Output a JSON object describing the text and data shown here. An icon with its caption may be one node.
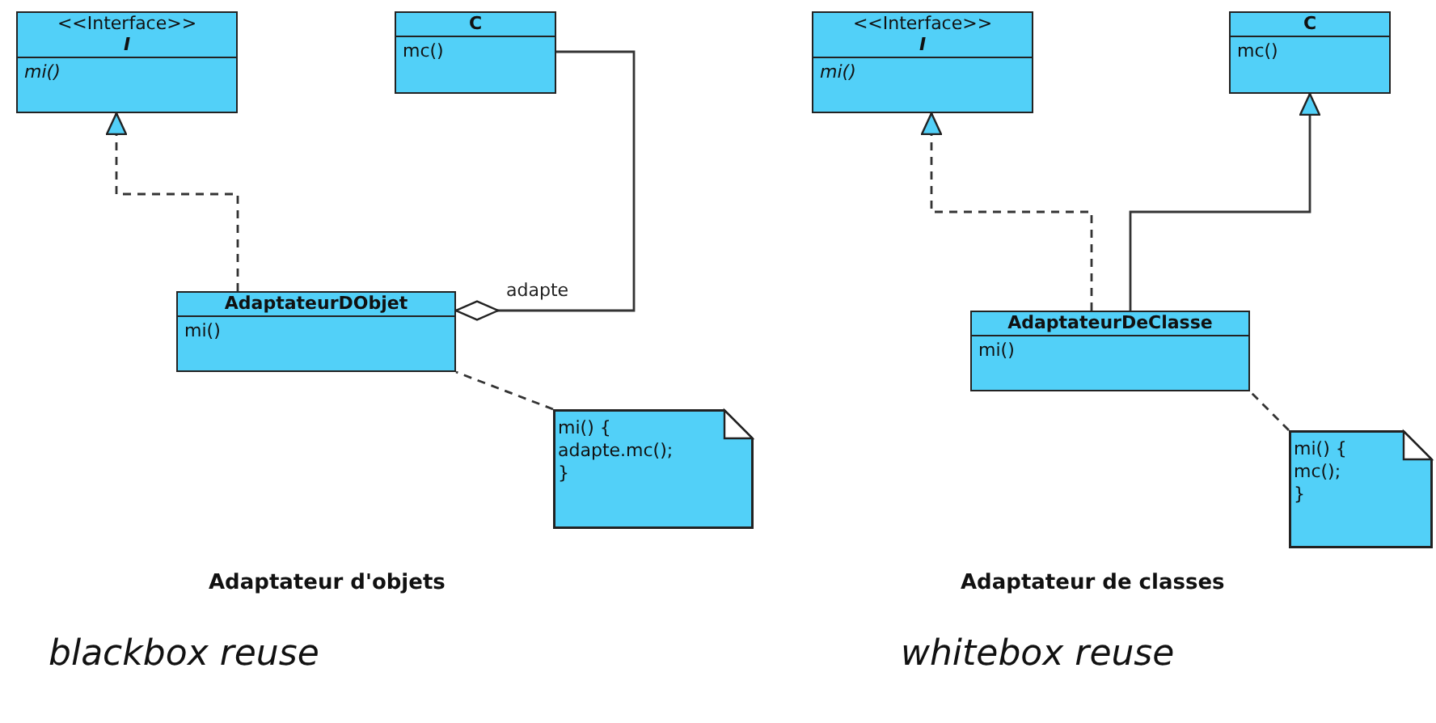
{
  "diagram": {
    "nodes": [
      {
        "text": [
          "<<Interface>>",
          "I",
          "mi()"
        ]
      },
      {
        "text": [
          "C",
          "mc()"
        ]
      },
      {
        "text": [
          "AdaptateurDObjet",
          "mi()"
        ]
      },
      {
        "text": [
          "mi() {",
          "adapte.mc();",
          "}"
        ]
      },
      {
        "text": [
          "<<Interface>>",
          "I",
          "mi()"
        ]
      },
      {
        "text": [
          "C",
          "mc()"
        ]
      },
      {
        "text": [
          "AdaptateurDeClasse",
          "mi()"
        ]
      },
      {
        "text": [
          "mi() {",
          "mc();",
          "}"
        ]
      }
    ],
    "edges": [
      {
        "from": 2,
        "to": 0,
        "arrow": "to",
        "style": "dashed"
      },
      {
        "from": 1,
        "to": 2,
        "arrow": "other",
        "label": "adapte"
      },
      {
        "from": 3,
        "to": 2,
        "arrow": "none",
        "style": "dashed"
      },
      {
        "from": 6,
        "to": 4,
        "arrow": "to",
        "style": "dashed"
      },
      {
        "from": 6,
        "to": 5,
        "arrow": "to"
      },
      {
        "from": 7,
        "to": 6,
        "arrow": "none",
        "style": "dashed"
      }
    ],
    "labels": [
      "Adaptateur d'objets",
      "Adaptateur de classes",
      "blackbox reuse",
      "whitebox reuse"
    ]
  }
}
